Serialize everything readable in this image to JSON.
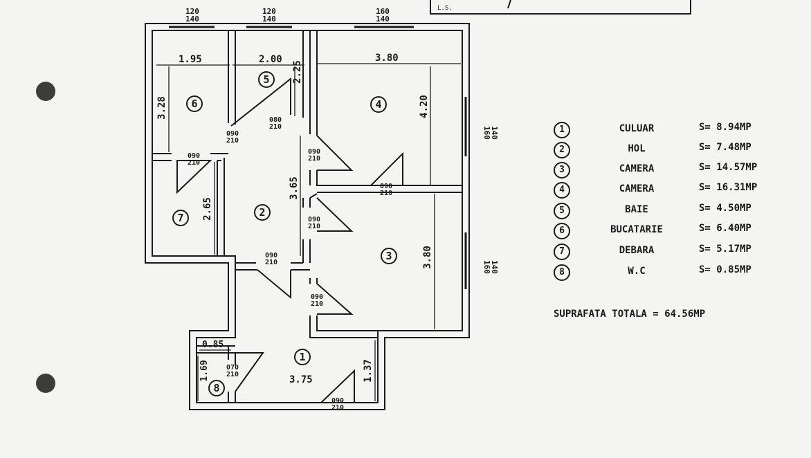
{
  "header_box": {
    "text": "L.S."
  },
  "rooms": [
    {
      "num": "1",
      "name": "CULUAR",
      "area": "S= 8.94MP"
    },
    {
      "num": "2",
      "name": "HOL",
      "area": "S= 7.48MP"
    },
    {
      "num": "3",
      "name": "CAMERA",
      "area": "S= 14.57MP"
    },
    {
      "num": "4",
      "name": "CAMERA",
      "area": "S= 16.31MP"
    },
    {
      "num": "5",
      "name": "BAIE",
      "area": "S= 4.50MP"
    },
    {
      "num": "6",
      "name": "BUCATARIE",
      "area": "S= 6.40MP"
    },
    {
      "num": "7",
      "name": "DEBARA",
      "area": "S= 5.17MP"
    },
    {
      "num": "8",
      "name": "W.C",
      "area": "S= 0.85MP"
    }
  ],
  "total": "SUPRAFATA TOTALA = 64.56MP",
  "dimensions": {
    "w1": "1.95",
    "w5": "2.00",
    "w4": "3.80",
    "h6": "3.28",
    "h5": "2.25",
    "h4": "4.20",
    "h7": "2.65",
    "h2": "3.65",
    "h3": "3.80",
    "w8": "0.85",
    "h8": "1.69",
    "w1c": "3.75",
    "h1": "1.37"
  },
  "windows": {
    "top1": [
      "120",
      "140"
    ],
    "top2": [
      "120",
      "140"
    ],
    "top3": [
      "160",
      "140"
    ],
    "right1": [
      "160",
      "140"
    ],
    "right2": [
      "160",
      "140"
    ]
  },
  "doors": [
    [
      "090",
      "210"
    ],
    [
      "080",
      "210"
    ],
    [
      "090",
      "210"
    ],
    [
      "090",
      "210"
    ],
    [
      "090",
      "210"
    ],
    [
      "090",
      "210"
    ],
    [
      "090",
      "210"
    ],
    [
      "090",
      "210"
    ],
    [
      "070",
      "210"
    ],
    [
      "090",
      "210"
    ]
  ]
}
